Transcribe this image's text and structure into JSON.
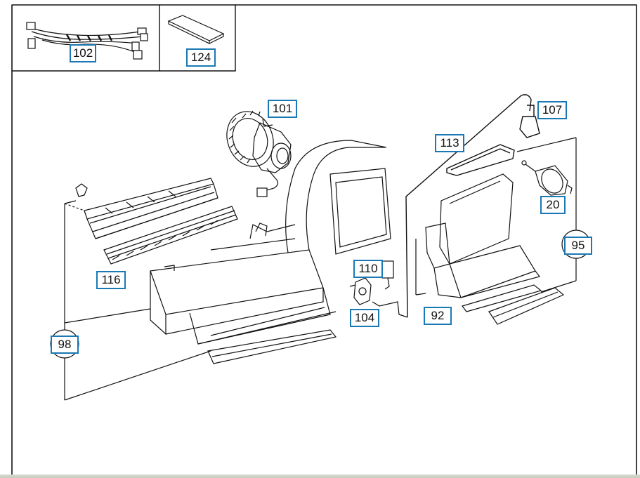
{
  "diagram": {
    "part_callouts": [
      {
        "id": "c102",
        "label": "102"
      },
      {
        "id": "c124",
        "label": "124"
      },
      {
        "id": "c101",
        "label": "101"
      },
      {
        "id": "c107",
        "label": "107"
      },
      {
        "id": "c113",
        "label": "113"
      },
      {
        "id": "c20",
        "label": "20"
      },
      {
        "id": "c95",
        "label": "95"
      },
      {
        "id": "c116",
        "label": "116"
      },
      {
        "id": "c110",
        "label": "110"
      },
      {
        "id": "c104",
        "label": "104"
      },
      {
        "id": "c92",
        "label": "92"
      },
      {
        "id": "c98",
        "label": "98"
      }
    ]
  },
  "colors": {
    "callout_border": "#1a78b4",
    "line_art": "#111111",
    "background": "#ffffff"
  }
}
